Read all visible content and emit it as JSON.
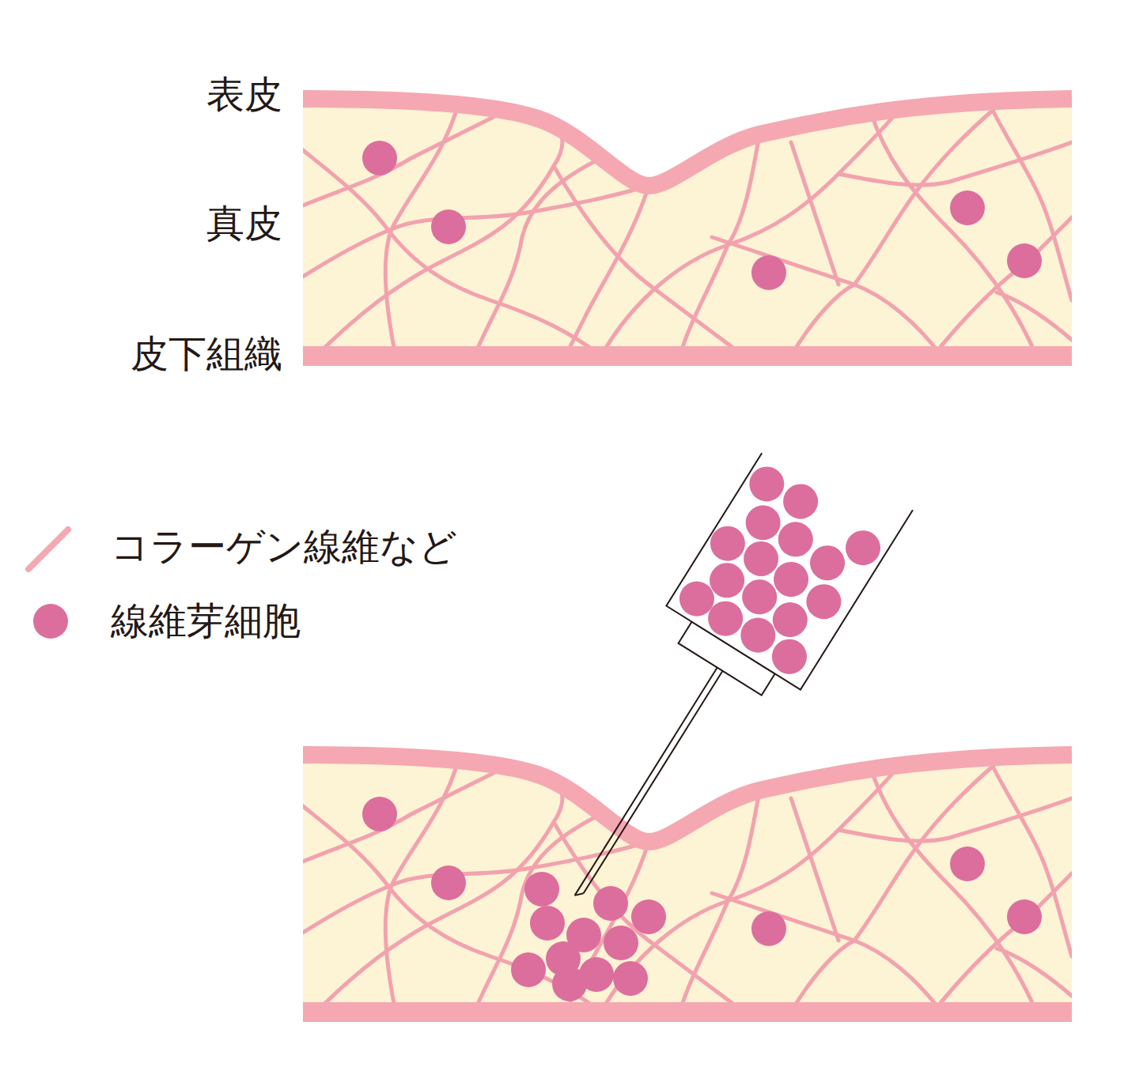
{
  "diagram": {
    "labels": [
      "表皮",
      "真皮",
      "皮下組織"
    ],
    "legend": [
      {
        "text": "コラーゲン線維など"
      },
      {
        "text": "線維芽細胞",
        "color": "#dc6e9d"
      }
    ]
  }
}
